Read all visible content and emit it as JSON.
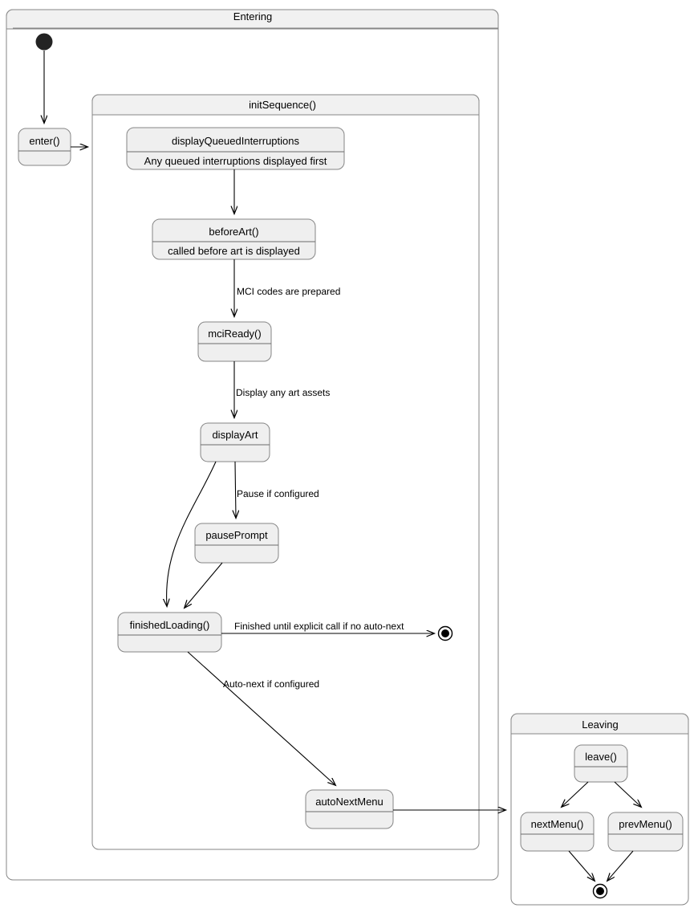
{
  "diagram": {
    "type": "uml-state-diagram",
    "background": "#ffffff",
    "colors": {
      "state_fill": "#efefef",
      "state_stroke": "#868686",
      "composite_header_fill": "#f1f1f1",
      "composite_body_fill": "#ffffff",
      "edge_stroke": "#000000",
      "initial_node_fill": "#232323",
      "text": "#000000"
    }
  },
  "composites": {
    "entering": {
      "title": "Entering"
    },
    "init_sequence": {
      "title": "initSequence()"
    },
    "leaving": {
      "title": "Leaving"
    }
  },
  "states": {
    "enter": {
      "name": "enter()",
      "description": ""
    },
    "display_queued_interruptions": {
      "name": "displayQueuedInterruptions",
      "description": "Any queued interruptions displayed first"
    },
    "before_art": {
      "name": "beforeArt()",
      "description": "called before art is displayed"
    },
    "mci_ready": {
      "name": "mciReady()",
      "description": ""
    },
    "display_art": {
      "name": "displayArt",
      "description": ""
    },
    "pause_prompt": {
      "name": "pausePrompt",
      "description": ""
    },
    "finished_loading": {
      "name": "finishedLoading()",
      "description": ""
    },
    "auto_next_menu": {
      "name": "autoNextMenu",
      "description": ""
    },
    "leave": {
      "name": "leave()",
      "description": ""
    },
    "next_menu": {
      "name": "nextMenu()",
      "description": ""
    },
    "prev_menu": {
      "name": "prevMenu()",
      "description": ""
    }
  },
  "transitions": {
    "initial_to_enter": {
      "label": ""
    },
    "enter_to_init_sequence": {
      "label": ""
    },
    "dqi_to_before_art": {
      "label": ""
    },
    "before_art_to_mci_ready": {
      "label": "MCI codes are prepared"
    },
    "mci_ready_to_display_art": {
      "label": "Display any art assets"
    },
    "display_art_to_pause_prompt": {
      "label": "Pause if configured"
    },
    "display_art_to_finished_loading": {
      "label": ""
    },
    "pause_prompt_to_finished_loading": {
      "label": ""
    },
    "finished_loading_to_final": {
      "label": "Finished until explicit call if no auto-next"
    },
    "finished_loading_to_auto_next": {
      "label": "Auto-next if configured"
    },
    "auto_next_to_leaving": {
      "label": ""
    },
    "leave_to_next_menu": {
      "label": ""
    },
    "leave_to_prev_menu": {
      "label": ""
    },
    "next_menu_to_final": {
      "label": ""
    },
    "prev_menu_to_final": {
      "label": ""
    }
  },
  "pseudostates": {
    "initial": {
      "kind": "initial-node"
    },
    "entering_final": {
      "kind": "final-node"
    },
    "leaving_final": {
      "kind": "final-node"
    }
  }
}
